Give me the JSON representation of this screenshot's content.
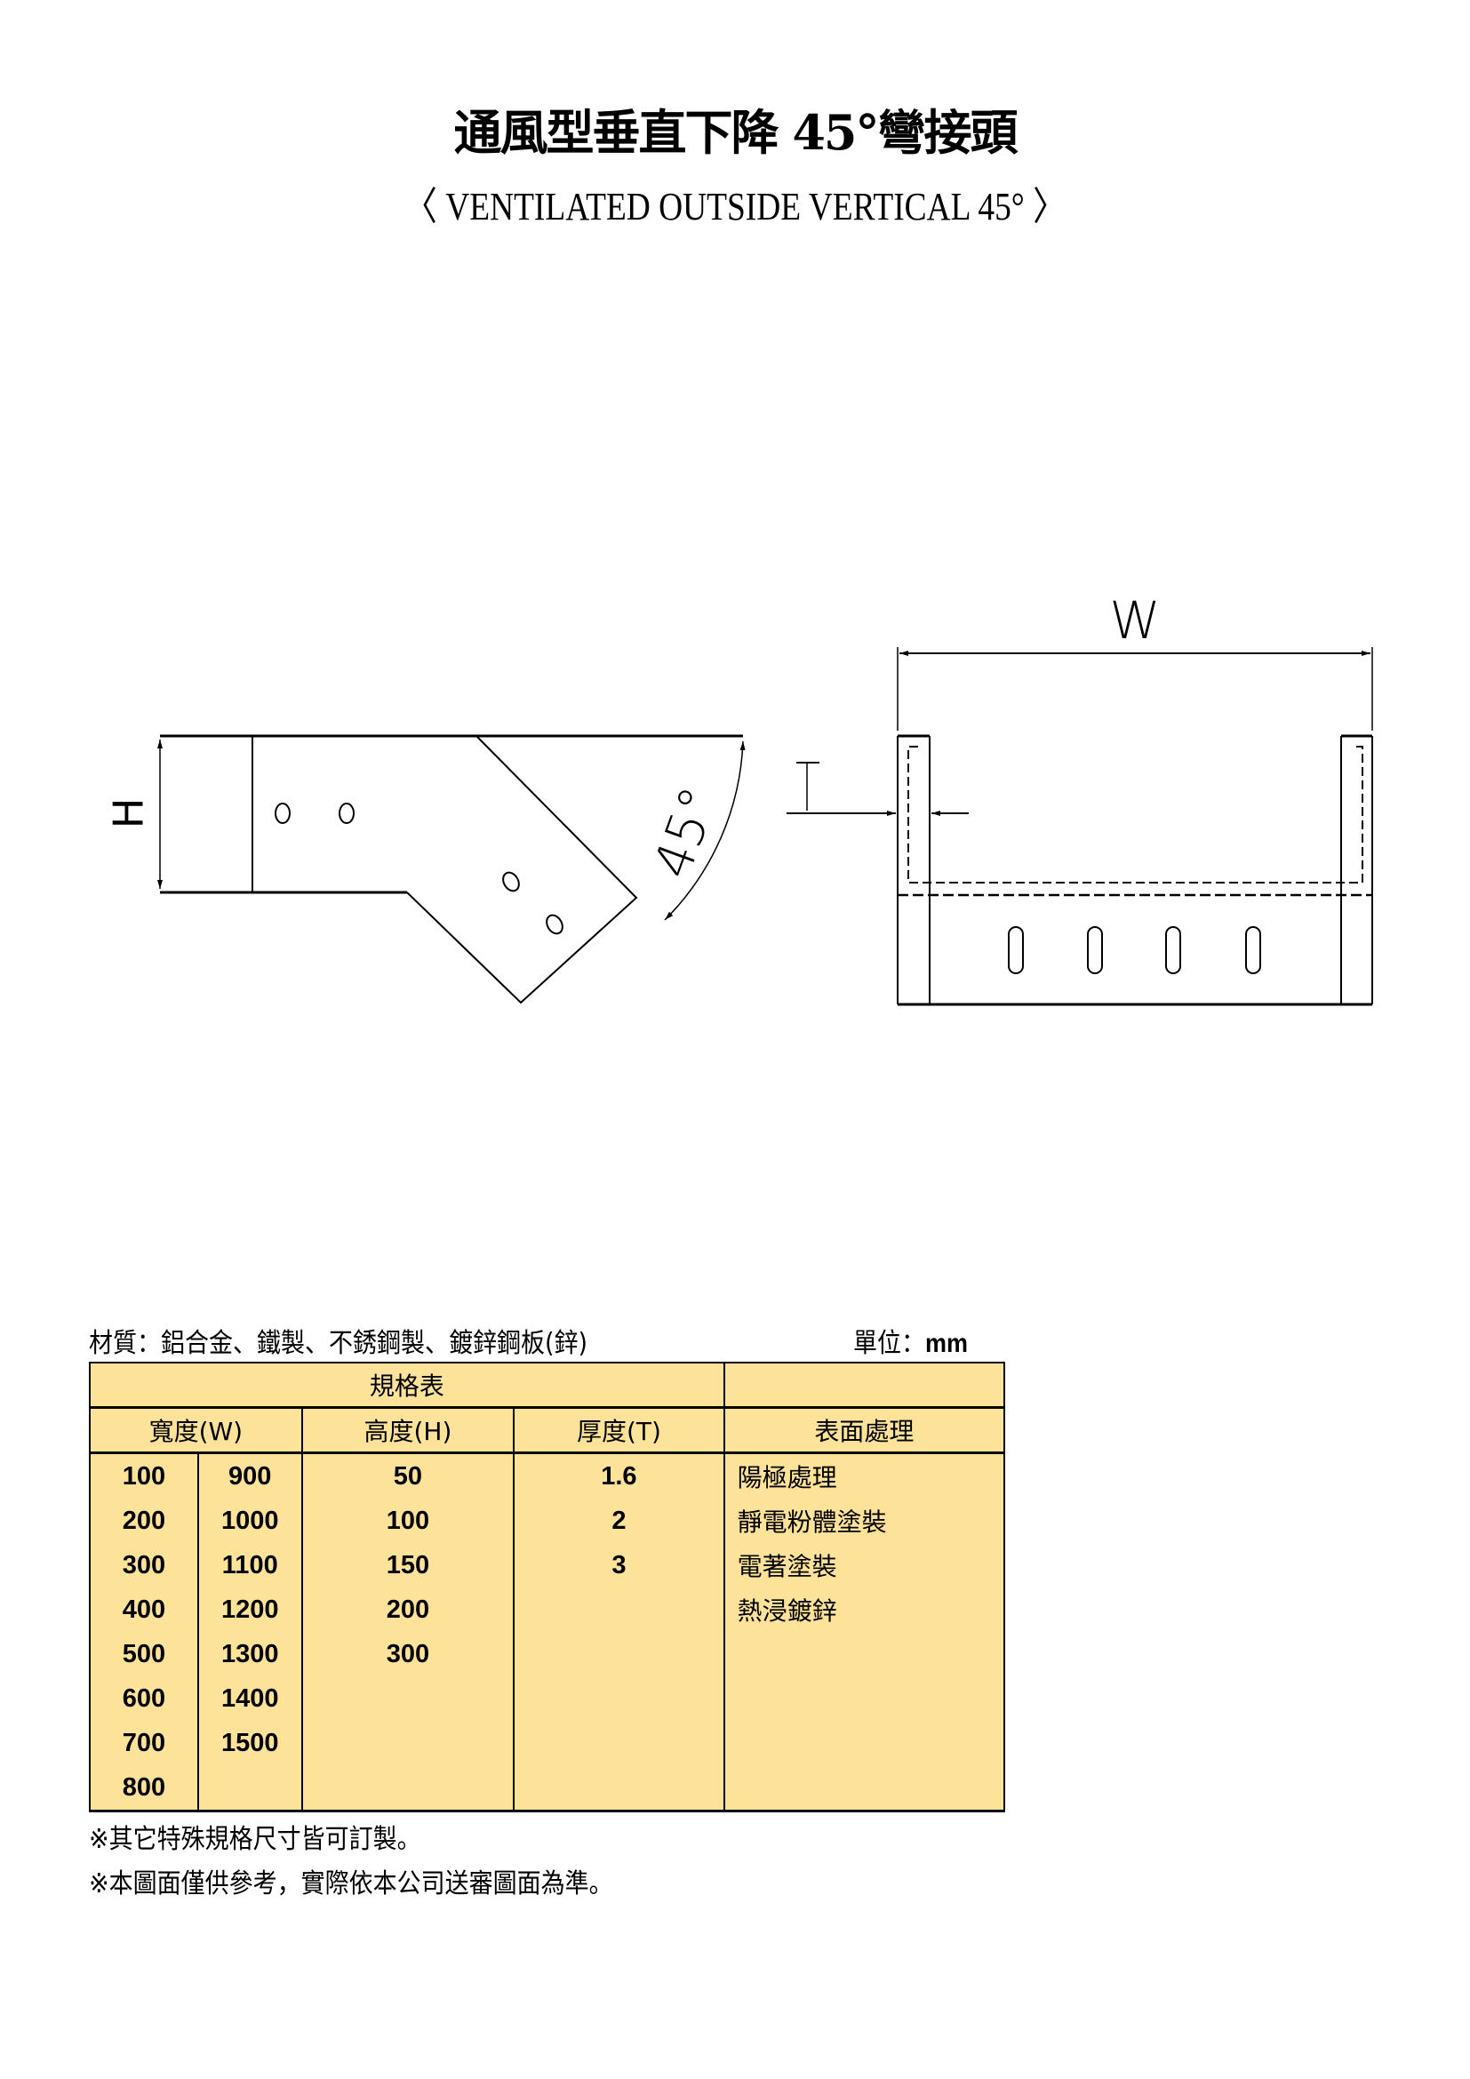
{
  "title": "通風型垂直下降 45°彎接頭",
  "subtitle": "〈 VENTILATED OUTSIDE VERTICAL 45° 〉",
  "drawing": {
    "label_h": "H",
    "label_w": "W",
    "label_t": "T",
    "label_angle": "45°"
  },
  "material": "材質：鋁合金、鐵製、不銹鋼製、鍍鋅鋼板(鋅)",
  "unit_label": "單位：",
  "unit": "mm",
  "table": {
    "caption": "規格表",
    "headers": {
      "width": "寬度(W)",
      "height": "高度(H)",
      "thickness": "厚度(T)",
      "surface": "表面處理"
    },
    "rows": [
      {
        "w1": "100",
        "w2": "900",
        "h": "50",
        "t": "1.6",
        "s": "陽極處理"
      },
      {
        "w1": "200",
        "w2": "1000",
        "h": "100",
        "t": "2",
        "s": "靜電粉體塗裝"
      },
      {
        "w1": "300",
        "w2": "1100",
        "h": "150",
        "t": "3",
        "s": "電著塗裝"
      },
      {
        "w1": "400",
        "w2": "1200",
        "h": "200",
        "t": "",
        "s": "熱浸鍍鋅"
      },
      {
        "w1": "500",
        "w2": "1300",
        "h": "300",
        "t": "",
        "s": ""
      },
      {
        "w1": "600",
        "w2": "1400",
        "h": "",
        "t": "",
        "s": ""
      },
      {
        "w1": "700",
        "w2": "1500",
        "h": "",
        "t": "",
        "s": ""
      },
      {
        "w1": "800",
        "w2": "",
        "h": "",
        "t": "",
        "s": ""
      }
    ]
  },
  "notes": [
    "※其它特殊規格尺寸皆可訂製。",
    "※本圖面僅供參考，實際依本公司送審圖面為準。"
  ]
}
